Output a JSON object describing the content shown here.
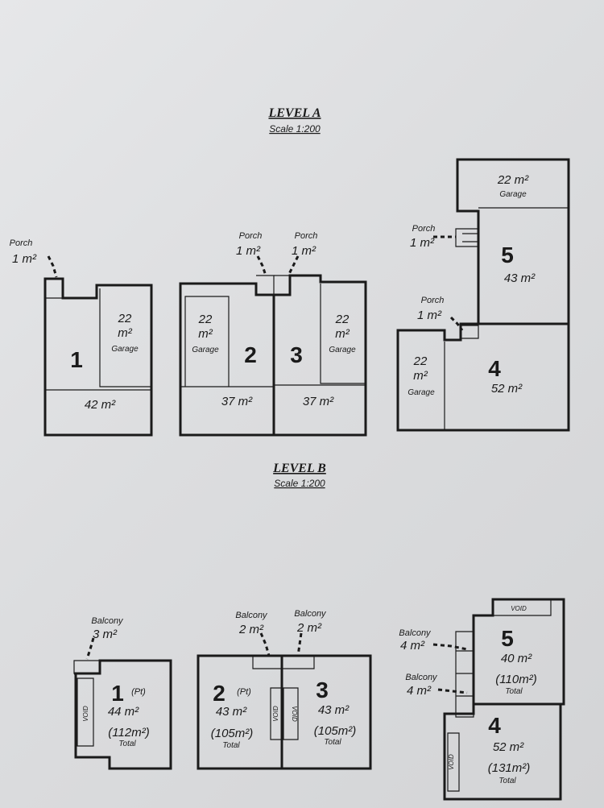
{
  "level_a": {
    "title": "LEVEL A",
    "scale": "Scale 1:200",
    "units": [
      {
        "number": "1",
        "area": "42 m²",
        "garage_area": "22",
        "garage_unit": "m²",
        "garage_label": "Garage",
        "porch_label": "Porch",
        "porch_area": "1 m²"
      },
      {
        "number": "2",
        "area": "37 m²",
        "garage_area": "22",
        "garage_unit": "m²",
        "garage_label": "Garage",
        "porch_label": "Porch",
        "porch_area": "1 m²"
      },
      {
        "number": "3",
        "area": "37 m²",
        "garage_area": "22",
        "garage_unit": "m²",
        "garage_label": "Garage",
        "porch_label": "Porch",
        "porch_area": "1 m²"
      },
      {
        "number": "4",
        "area": "52 m²",
        "garage_area": "22",
        "garage_unit": "m²",
        "garage_label": "Garage",
        "porch_label": "Porch",
        "porch_area": "1 m²"
      },
      {
        "number": "5",
        "area": "43 m²",
        "garage_area": "22 m²",
        "garage_label": "Garage",
        "porch_label": "Porch",
        "porch_area": "1 m²"
      }
    ]
  },
  "level_b": {
    "title": "LEVEL B",
    "scale": "Scale 1:200",
    "void_label": "VOID",
    "units": [
      {
        "number": "1",
        "suffix": "(Pt)",
        "area": "44 m²",
        "total": "(112m²)",
        "total_label": "Total",
        "balcony_label": "Balcony",
        "balcony_area": "3 m²"
      },
      {
        "number": "2",
        "suffix": "(Pt)",
        "area": "43 m²",
        "total": "(105m²)",
        "total_label": "Total",
        "balcony_label": "Balcony",
        "balcony_area": "2 m²"
      },
      {
        "number": "3",
        "area": "43 m²",
        "total": "(105m²)",
        "total_label": "Total",
        "balcony_label": "Balcony",
        "balcony_area": "2 m²"
      },
      {
        "number": "4",
        "area": "52 m²",
        "total": "(131m²)",
        "total_label": "Total",
        "balcony_label": "Balcony",
        "balcony_area": "4 m²"
      },
      {
        "number": "5",
        "area": "40 m²",
        "total": "(110m²)",
        "total_label": "Total",
        "balcony_label": "Balcony",
        "balcony_area": "4 m²"
      }
    ]
  }
}
